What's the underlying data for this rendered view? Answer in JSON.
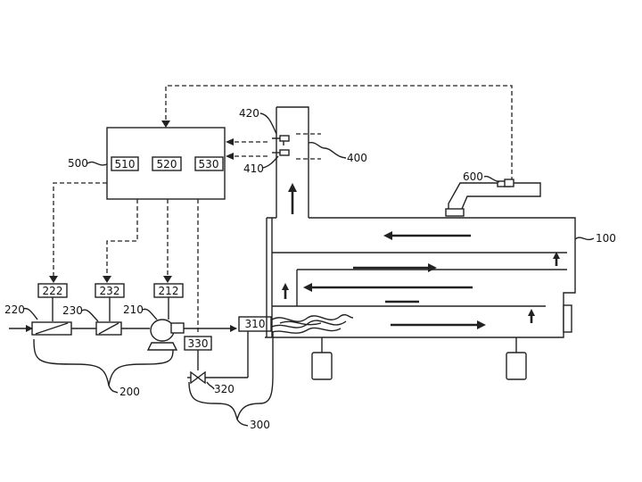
{
  "labels": {
    "system": "100",
    "fuel_module": "200",
    "pump": "210",
    "filter1": "220",
    "filter2": "230",
    "sensor_212": "212",
    "sensor_222": "222",
    "sensor_232": "232",
    "igniter_module": "300",
    "burner": "310",
    "valve": "320",
    "valve_sensor": "330",
    "exhaust_module": "400",
    "sensor_410": "410",
    "sensor_420": "420",
    "controller": "500",
    "ctrl_510": "510",
    "ctrl_520": "520",
    "ctrl_530": "530",
    "top_sensor": "600"
  }
}
